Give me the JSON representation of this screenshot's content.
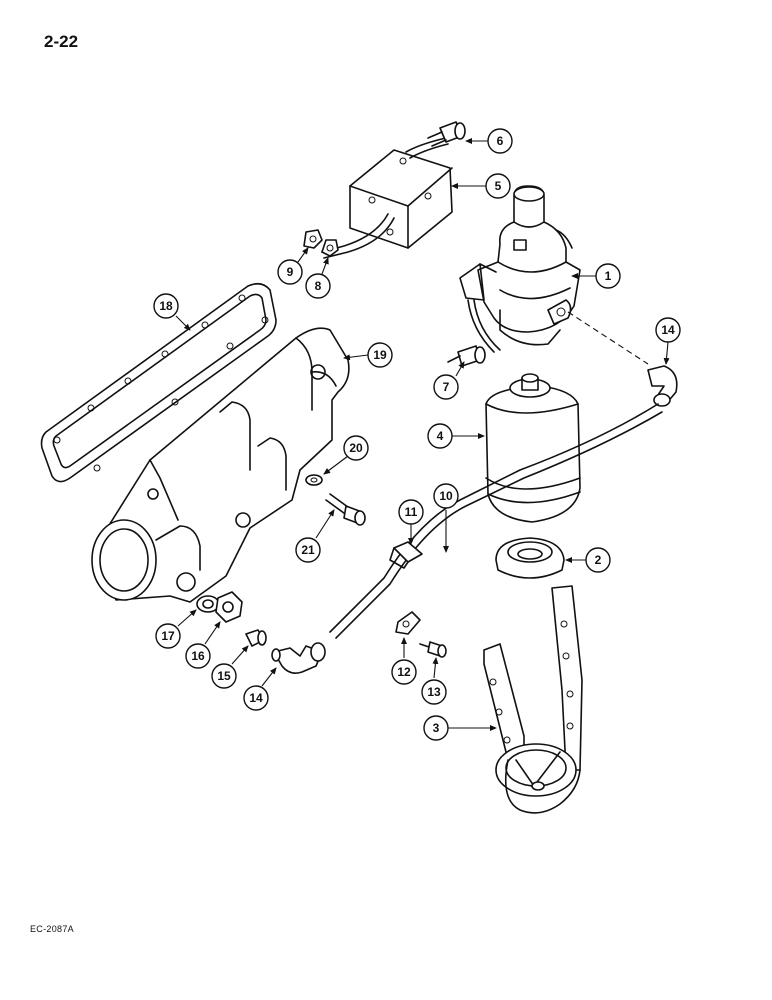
{
  "page_number": "2-22",
  "figure_code": "EC-2087A",
  "callouts": [
    {
      "label": "1"
    },
    {
      "label": "2"
    },
    {
      "label": "3"
    },
    {
      "label": "4"
    },
    {
      "label": "5"
    },
    {
      "label": "6"
    },
    {
      "label": "7"
    },
    {
      "label": "8"
    },
    {
      "label": "9"
    },
    {
      "label": "10"
    },
    {
      "label": "11"
    },
    {
      "label": "12"
    },
    {
      "label": "13"
    },
    {
      "label": "14"
    },
    {
      "label": "14"
    },
    {
      "label": "15"
    },
    {
      "label": "16"
    },
    {
      "label": "17"
    },
    {
      "label": "18"
    },
    {
      "label": "19"
    },
    {
      "label": "20"
    },
    {
      "label": "21"
    }
  ]
}
